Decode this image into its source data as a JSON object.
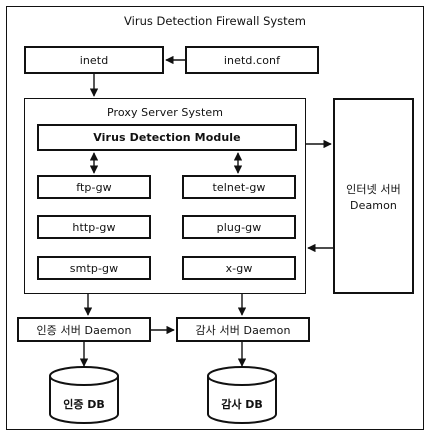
{
  "title": "Virus Detection Firewall System",
  "nodes": {
    "inetd": "inetd",
    "inetd_conf": "inetd.conf",
    "proxy_system": "Proxy Server System",
    "virus_module": "Virus Detection Module",
    "ftp_gw": "ftp-gw",
    "telnet_gw": "telnet-gw",
    "http_gw": "http-gw",
    "plug_gw": "plug-gw",
    "smtp_gw": "smtp-gw",
    "x_gw": "x-gw",
    "internet_server_line1": "인터넷 서버",
    "internet_server_line2": "Deamon",
    "auth_server": "인증 서버 Daemon",
    "audit_server": "감사 서버 Daemon",
    "auth_db": "인증 DB",
    "audit_db": "감사 DB"
  }
}
